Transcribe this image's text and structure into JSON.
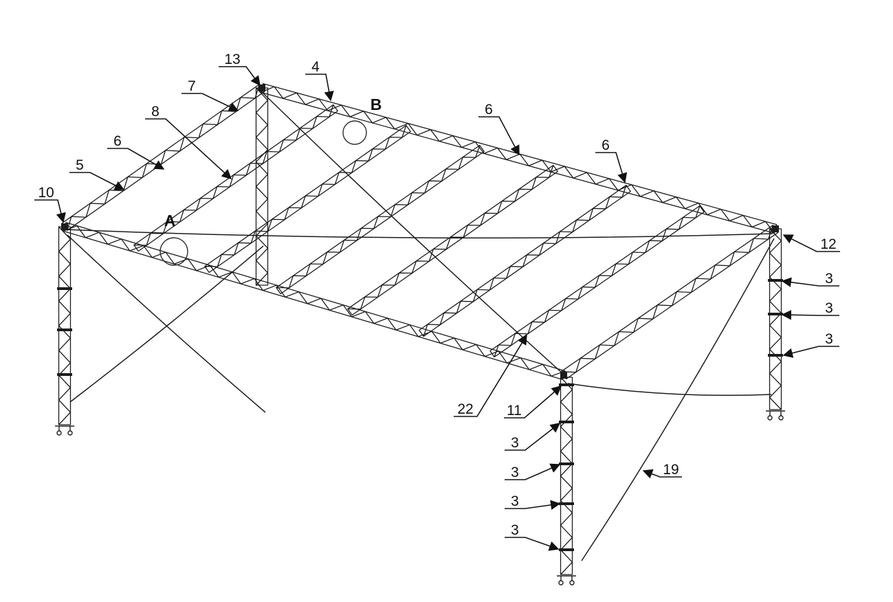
{
  "diagram": {
    "labels": {
      "l13": "13",
      "l4": "4",
      "l7": "7",
      "l8": "8",
      "l6a": "6",
      "l5": "5",
      "l10": "10",
      "l6b": "6",
      "l6c": "6",
      "l12": "12",
      "l3a": "3",
      "l3b": "3",
      "l3c": "3",
      "l22": "22",
      "l11": "11",
      "l3d": "3",
      "l3e": "3",
      "l3f": "3",
      "l3g": "3",
      "l19": "19",
      "lA": "A",
      "lB": "B"
    }
  }
}
